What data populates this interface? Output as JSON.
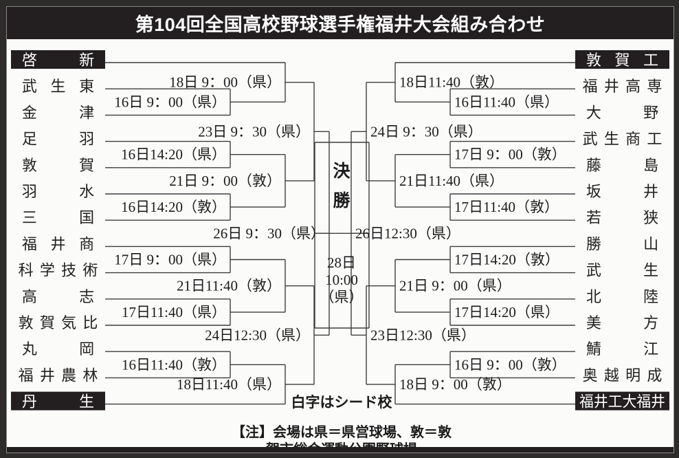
{
  "title": "第104回全国高校野球選手権福井大会組み合わせ",
  "legend": "白字はシード校",
  "note_line1": "【注】会場は県＝県営球場、敦＝敦",
  "note_line2": "賀市総合運動公園野球場",
  "final": {
    "label_line1": "決",
    "label_line2": "勝",
    "date_line1": "28日",
    "date_line2": "10:00",
    "date_line3": "（県）"
  },
  "colors": {
    "seed_bg": "#231f20",
    "seed_text": "#ffffff",
    "line": "#3d3d3d",
    "paper": "#fbfbfa",
    "frame": "#2e2c2b"
  },
  "left": {
    "teams": [
      {
        "cells": [
          "啓",
          "",
          "新"
        ],
        "seed": true
      },
      {
        "cells": [
          "武",
          "生",
          "東"
        ],
        "seed": false
      },
      {
        "cells": [
          "金",
          "",
          "津"
        ],
        "seed": false
      },
      {
        "cells": [
          "足",
          "",
          "羽"
        ],
        "seed": false
      },
      {
        "cells": [
          "敦",
          "",
          "賀"
        ],
        "seed": false
      },
      {
        "cells": [
          "羽",
          "",
          "水"
        ],
        "seed": false
      },
      {
        "cells": [
          "三",
          "",
          "国"
        ],
        "seed": false
      },
      {
        "cells": [
          "福",
          "井",
          "商"
        ],
        "seed": false
      },
      {
        "cells": [
          "科",
          "学",
          "技",
          "術"
        ],
        "seed": false
      },
      {
        "cells": [
          "高",
          "",
          "志"
        ],
        "seed": false
      },
      {
        "cells": [
          "敦",
          "賀",
          "気",
          "比"
        ],
        "seed": false
      },
      {
        "cells": [
          "丸",
          "",
          "岡"
        ],
        "seed": false
      },
      {
        "cells": [
          "福",
          "井",
          "農",
          "林"
        ],
        "seed": false
      },
      {
        "cells": [
          "丹",
          "",
          "生"
        ],
        "seed": true
      }
    ],
    "r1": [
      {
        "text": "16日 9：00（県）",
        "pair": [
          1,
          2
        ]
      },
      {
        "text": "16日14:20（県）",
        "pair": [
          3,
          4
        ]
      },
      {
        "text": "16日14:20（敦）",
        "pair": [
          5,
          6
        ]
      },
      {
        "text": "17日 9：00（県）",
        "pair": [
          7,
          8
        ]
      },
      {
        "text": "17日11:40（県）",
        "pair": [
          9,
          10
        ]
      },
      {
        "text": "16日11:40（敦）",
        "pair": [
          11,
          12
        ]
      }
    ],
    "r2": [
      {
        "text": "18日 9：00（県）"
      },
      {
        "text": "21日 9：00（敦）"
      },
      {
        "text": "21日11:40（敦）"
      },
      {
        "text": "18日11:40（県）"
      }
    ],
    "r3": [
      {
        "text": "23日 9：30（県）"
      },
      {
        "text": "24日12:30（県）"
      }
    ],
    "semifinal": {
      "text": "26日 9：30（県）"
    }
  },
  "right": {
    "teams": [
      {
        "cells": [
          "敦",
          "賀",
          "工"
        ],
        "seed": true
      },
      {
        "cells": [
          "福",
          "井",
          "高",
          "専"
        ],
        "seed": false
      },
      {
        "cells": [
          "大",
          "",
          "野"
        ],
        "seed": false
      },
      {
        "cells": [
          "武",
          "生",
          "商",
          "工"
        ],
        "seed": false
      },
      {
        "cells": [
          "藤",
          "",
          "島"
        ],
        "seed": false
      },
      {
        "cells": [
          "坂",
          "",
          "井"
        ],
        "seed": false
      },
      {
        "cells": [
          "若",
          "",
          "狭"
        ],
        "seed": false
      },
      {
        "cells": [
          "勝",
          "",
          "山"
        ],
        "seed": false
      },
      {
        "cells": [
          "武",
          "",
          "生"
        ],
        "seed": false
      },
      {
        "cells": [
          "北",
          "",
          "陸"
        ],
        "seed": false
      },
      {
        "cells": [
          "美",
          "",
          "方"
        ],
        "seed": false
      },
      {
        "cells": [
          "鯖",
          "",
          "江"
        ],
        "seed": false
      },
      {
        "cells": [
          "奥",
          "越",
          "明",
          "成"
        ],
        "seed": false
      },
      {
        "cells": [
          "福井工大福井"
        ],
        "seed": true
      }
    ],
    "r1": [
      {
        "text": "16日11:40（県）",
        "pair": [
          1,
          2
        ]
      },
      {
        "text": "17日 9：00（敦）",
        "pair": [
          3,
          4
        ]
      },
      {
        "text": "17日11:40（敦）",
        "pair": [
          5,
          6
        ]
      },
      {
        "text": "17日14:20（敦）",
        "pair": [
          7,
          8
        ]
      },
      {
        "text": "17日14:20（県）",
        "pair": [
          9,
          10
        ]
      },
      {
        "text": "16日 9：00（敦）",
        "pair": [
          11,
          12
        ]
      }
    ],
    "r2": [
      {
        "text": "18日11:40（敦）"
      },
      {
        "text": "21日11:40（県）"
      },
      {
        "text": "21日 9：00（県）"
      },
      {
        "text": "18日 9：00（敦）"
      }
    ],
    "r3": [
      {
        "text": "24日 9：30（県）"
      },
      {
        "text": "23日12:30（県）"
      }
    ],
    "semifinal": {
      "text": "26日12:30（県）"
    }
  }
}
